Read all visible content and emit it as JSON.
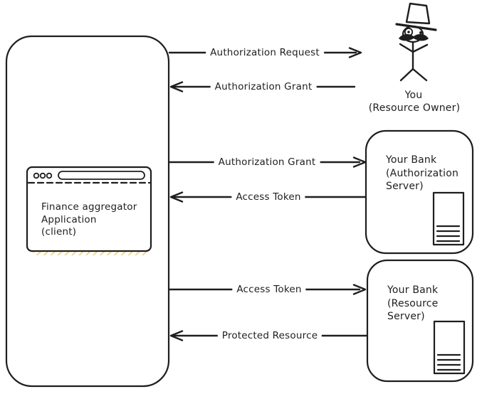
{
  "colors": {
    "ink": "#1e1e1e",
    "background": "#ffffff",
    "yellow_hatch": "#f2d36b",
    "blue_hatch": "#a5d8ff"
  },
  "client": {
    "window": {
      "line1": "Finance aggregator",
      "line2": "Application",
      "line3": "(client)"
    }
  },
  "resource_owner": {
    "caption_line1": "You",
    "caption_line2": "(Resource Owner)"
  },
  "authorization_server": {
    "label_line1": "Your Bank",
    "label_line2": "(Authorization",
    "label_line3": "Server)"
  },
  "resource_server": {
    "label_line1": "Your Bank",
    "label_line2": "(Resource",
    "label_line3": "Server)"
  },
  "arrows": [
    {
      "label": "Authorization Request",
      "direction": "right",
      "from": "client",
      "to": "resource-owner"
    },
    {
      "label": "Authorization Grant",
      "direction": "left",
      "from": "resource-owner",
      "to": "client"
    },
    {
      "label": "Authorization Grant",
      "direction": "right",
      "from": "client",
      "to": "authorization-server"
    },
    {
      "label": "Access Token",
      "direction": "left",
      "from": "authorization-server",
      "to": "client"
    },
    {
      "label": "Access Token",
      "direction": "right",
      "from": "client",
      "to": "resource-server"
    },
    {
      "label": "Protected Resource",
      "direction": "left",
      "from": "resource-server",
      "to": "client"
    }
  ],
  "icons": {
    "stick-figure-icon": "person with top hat, monocle and mustache",
    "browser-window-icon": "browser frame with traffic lights and url bar",
    "traffic-lights-icon": "three small circles",
    "document-icon": "hatched page with text lines"
  }
}
